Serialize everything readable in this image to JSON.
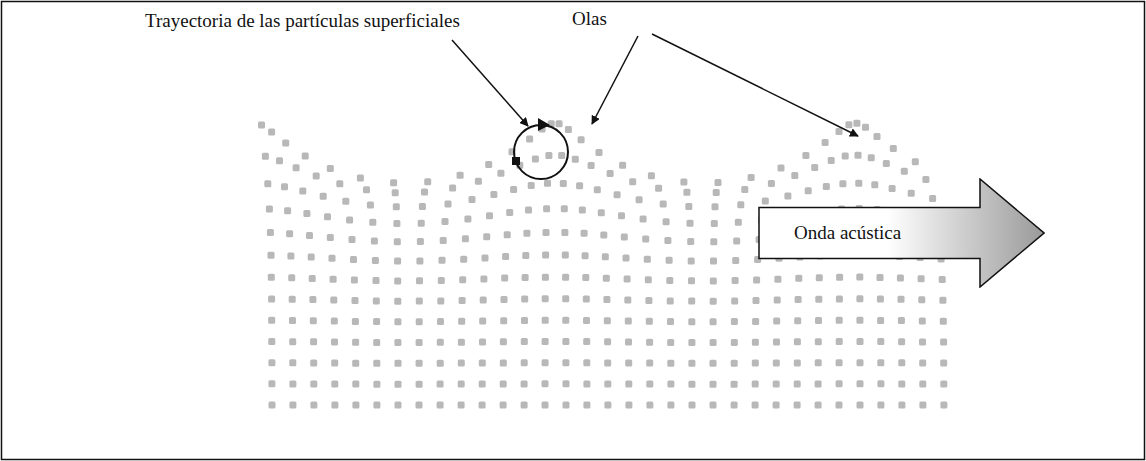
{
  "diagram": {
    "nodes": [
      {
        "text": [
          "Onda acústica"
        ]
      }
    ],
    "labels": [
      "Trayectoria de las partículas superficiales",
      "Olas"
    ]
  }
}
